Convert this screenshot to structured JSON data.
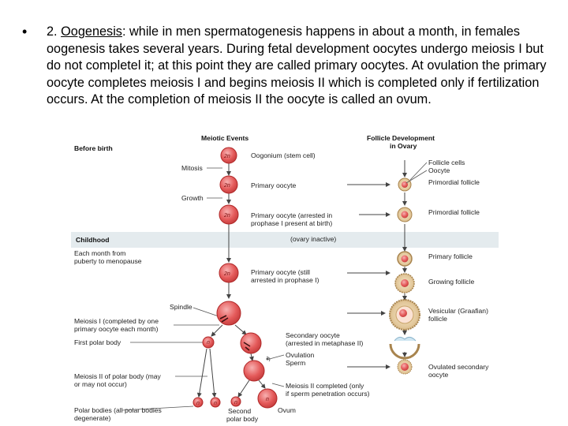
{
  "text": {
    "bullet": "•",
    "lead": "2. ",
    "term": "Oogenesis",
    "body": ": while in men spermatogenesis happens in about a month, in females oogenesis takes several years. During fetal development oocytes undergo meiosis I but do not completel it; at this point they are called primary oocytes. At ovulation the primary oocyte completes meiosis I and begins meiosis II which is completed only if fertilization occurs. At the completion of meiosis II the oocyte is called an ovum."
  },
  "diagram": {
    "header_meiotic": "Meiotic Events",
    "header_follicle_1": "Follicle Development",
    "header_follicle_2": "in Ovary",
    "before_birth": "Before birth",
    "mitosis": "Mitosis",
    "growth": "Growth",
    "childhood": "Childhood",
    "each_month_1": "Each month from",
    "each_month_2": "puberty to menopause",
    "spindle": "Spindle",
    "meiosis1_1": "Meiosis I (completed by one",
    "meiosis1_2": "primary oocyte each month)",
    "first_polar": "First polar body",
    "meiosis2_polar_1": "Meiosis II of polar body (may",
    "meiosis2_polar_2": "or may not occur)",
    "polar_bodies_1": "Polar bodies (all polar bodies",
    "polar_bodies_2": "degenerate)",
    "oogonium": "Oogonium (stem cell)",
    "primary_oocyte": "Primary oocyte",
    "primary_arrested_1": "Primary oocyte (arrested in",
    "primary_arrested_2": "prophase I present at birth)",
    "ovary_inactive": "(ovary inactive)",
    "primary_still_1": "Primary oocyte (still",
    "primary_still_2": "arrested in prophase I)",
    "secondary_1": "Secondary oocyte",
    "secondary_2": "(arrested in metaphase II)",
    "ovulation": "Ovulation",
    "sperm": "Sperm",
    "meiosis2_done_1": "Meiosis II completed (only",
    "meiosis2_done_2": "if sperm penetration occurs)",
    "second_polar_1": "Second",
    "second_polar_2": "polar body",
    "ovum": "Ovum",
    "follicle_cells": "Follicle cells",
    "oocyte": "Oocyte",
    "primordial": "Primordial follicle",
    "primary_follicle": "Primary follicle",
    "growing": "Growing follicle",
    "vesicular_1": "Vesicular (Graafian)",
    "vesicular_2": "follicle",
    "ovulated_1": "Ovulated secondary",
    "ovulated_2": "oocyte",
    "two_n": "2n",
    "n": "n"
  },
  "colors": {
    "cell_fill": "#e45a5a",
    "cell_edge": "#b02828",
    "band": "#e4ebee",
    "arrow": "#444444"
  }
}
